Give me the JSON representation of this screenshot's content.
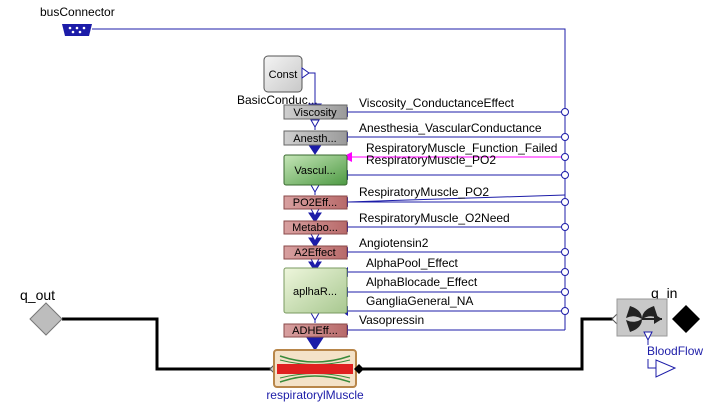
{
  "colors": {
    "bus": "#1c1ca8",
    "wire": "#000000",
    "magenta": "#ff00ff",
    "const_fill": "#e4e4e4",
    "gray_block": "#b0b0b0",
    "green_block": "#7ab86a",
    "red_block": "#c87f7f",
    "olive_block": "#d6e6b8",
    "resistor_frame": "#b8864a",
    "resistor_red": "#e02020"
  },
  "connectors": {
    "bus_label": "busConnector",
    "q_out_label": "q_out",
    "q_in_label": "q_in",
    "blood_flow_label": "BloodFlow",
    "resistor_label": "respiratorylMuscle"
  },
  "blocks": {
    "const": "Const",
    "const_caption": "BasicConduc...",
    "viscosity": "Viscosity",
    "anesthesia": "Anesth...",
    "vascular": "Vascul...",
    "po2": "PO2Eff...",
    "metabo": "Metabo...",
    "a2": "A2Effect",
    "alpha": "aplhaR...",
    "adh": "ADHEff..."
  },
  "signals": [
    "Viscosity_ConductanceEffect",
    "Anesthesia_VascularConductance",
    "RespiratoryMuscle_Function_Failed",
    "RespiratoryMuscle_PO2",
    "RespiratoryMuscle_PO2",
    "RespiratoryMuscle_O2Need",
    "Angiotensin2",
    "AlphaPool_Effect",
    "AlphaBlocade_Effect",
    "GangliaGeneral_NA",
    "Vasopressin"
  ],
  "icons": [
    "bus-connector-icon",
    "flow-sensor-icon",
    "diamond-port-icon",
    "resistor-icon",
    "triangle-output-icon"
  ]
}
